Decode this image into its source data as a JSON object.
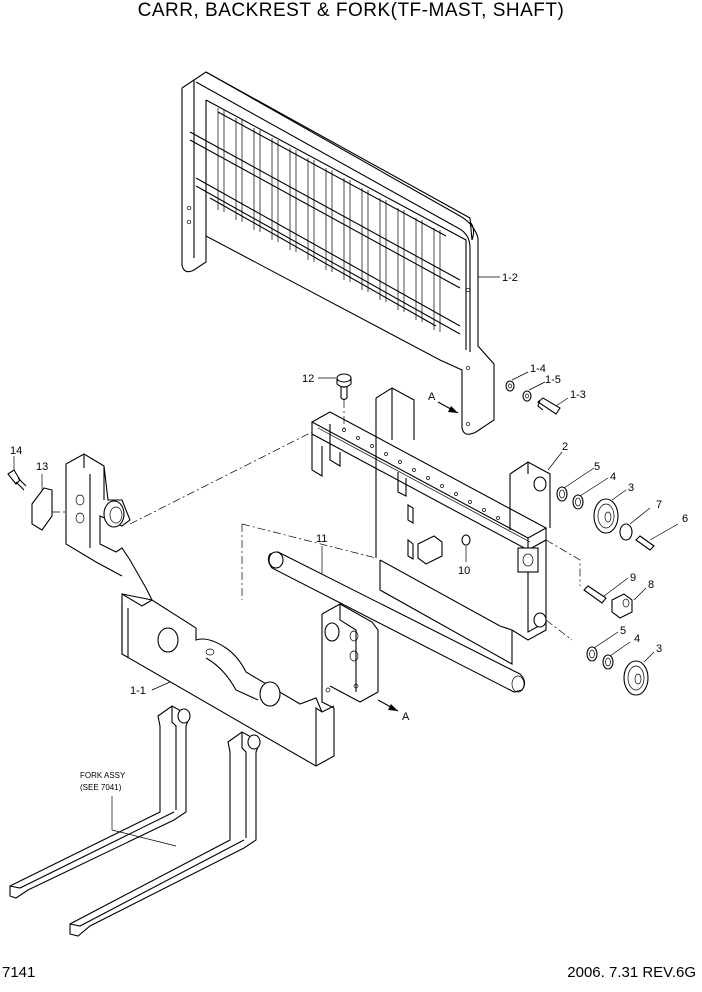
{
  "header": {
    "title": "CARR, BACKREST & FORK(TF-MAST, SHAFT)"
  },
  "footer": {
    "page_code": "7141",
    "revision": "2006. 7.31 REV.6G"
  },
  "callouts": {
    "c1_2": "1-2",
    "c1_4": "1-4",
    "c1_5": "1-5",
    "c1_3": "1-3",
    "c12": "12",
    "cA_top": "A",
    "c14": "14",
    "c13": "13",
    "c2": "2",
    "c5a": "5",
    "c4a": "4",
    "c3a": "3",
    "c7": "7",
    "c6": "6",
    "c11": "11",
    "c10": "10",
    "c9": "9",
    "c8": "8",
    "c5b": "5",
    "c4b": "4",
    "c3b": "3",
    "c1_1": "1-1",
    "cA_bot": "A"
  },
  "fork_note": {
    "line1": "FORK ASSY",
    "line2": "(SEE 7041)"
  }
}
